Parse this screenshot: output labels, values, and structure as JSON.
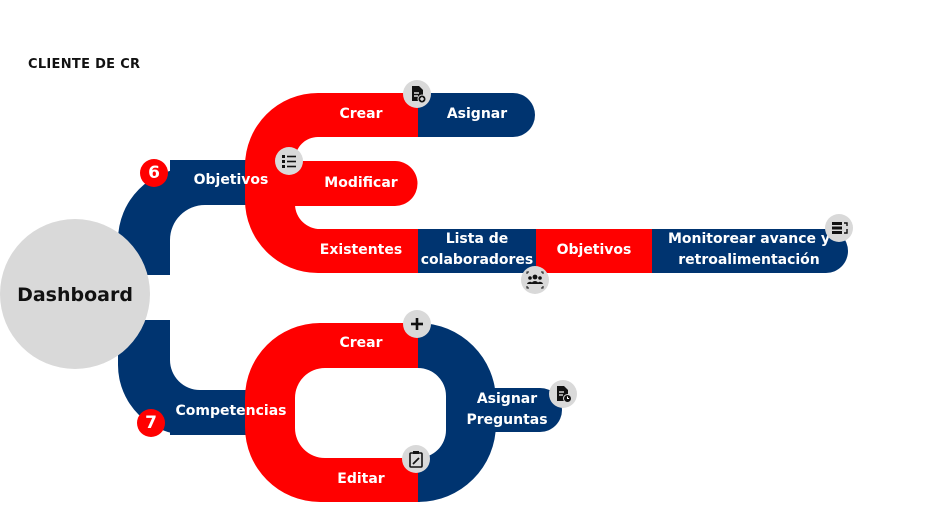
{
  "page_title": "CLIENTE DE CR",
  "hub_label": "Dashboard",
  "colors": {
    "red": "#ff0000",
    "blue": "#003470",
    "hub": "#d9d9d9",
    "icon_bg": "#d9d9d9"
  },
  "objetivos": {
    "number": "6",
    "label": "Objetivos",
    "crear": "Crear",
    "asignar": "Asignar",
    "modificar": "Modificar",
    "existentes": "Existentes",
    "lista_line1": "Lista de",
    "lista_line2": "colaboradores",
    "objetivos_step": "Objetivos",
    "monitorear_line1": "Monitorear avance y",
    "monitorear_line2": "retroalimentación"
  },
  "competencias": {
    "number": "7",
    "label": "Competencias",
    "crear": "Crear",
    "editar": "Editar",
    "asignar_line1": "Asignar",
    "asignar_line2": "Preguntas"
  },
  "icons": {
    "objetivos": "list-icon",
    "crear_objetivo": "document-add-icon",
    "lista_colaboradores": "group-icon",
    "monitorear": "server-settings-icon",
    "crear_competencia": "plus-icon",
    "asignar_preguntas": "document-clock-icon",
    "editar": "clipboard-edit-icon"
  }
}
